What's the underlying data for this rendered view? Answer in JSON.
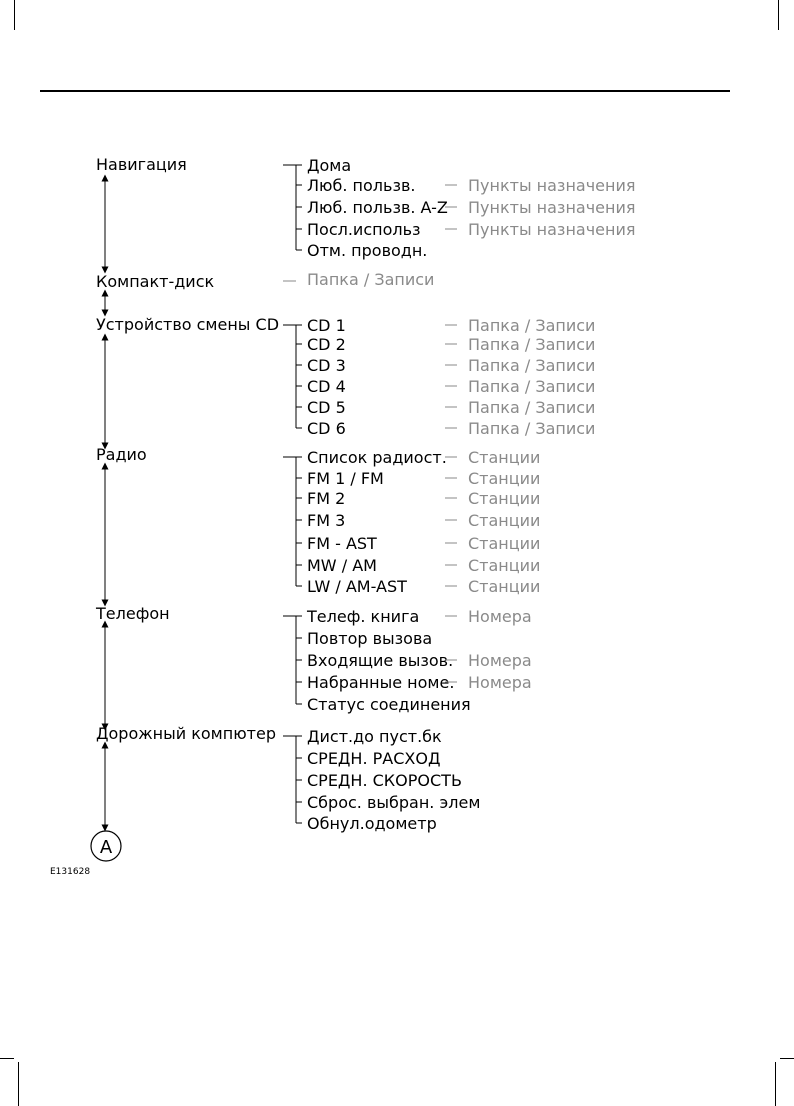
{
  "diagram": {
    "categories": [
      {
        "id": "nav",
        "label": "Навигация",
        "items": [
          {
            "label": "Дома",
            "sub": ""
          },
          {
            "label": "Люб. пользв.",
            "sub": "Пункты назначения"
          },
          {
            "label": "Люб. пользв. A-Z",
            "sub": "Пункты назначения"
          },
          {
            "label": "Посл.использ",
            "sub": "Пункты назначения"
          },
          {
            "label": "Отм. проводн.",
            "sub": ""
          }
        ]
      },
      {
        "id": "cd",
        "label": "Компакт-диск",
        "direct_sub": "Папка / Записи",
        "items": []
      },
      {
        "id": "changer",
        "label": "Устройство смены CD",
        "items": [
          {
            "label": "CD 1",
            "sub": "Папка / Записи"
          },
          {
            "label": "CD 2",
            "sub": "Папка / Записи"
          },
          {
            "label": "CD 3",
            "sub": "Папка / Записи"
          },
          {
            "label": "CD 4",
            "sub": "Папка / Записи"
          },
          {
            "label": "CD 5",
            "sub": "Папка / Записи"
          },
          {
            "label": "CD 6",
            "sub": "Папка / Записи"
          }
        ]
      },
      {
        "id": "radio",
        "label": "Радио",
        "items": [
          {
            "label": "Список радиост.",
            "sub": "Станции"
          },
          {
            "label": "FM 1 / FM",
            "sub": "Станции"
          },
          {
            "label": "FM 2",
            "sub": "Станции"
          },
          {
            "label": "FM 3",
            "sub": "Станции"
          },
          {
            "label": "FM - AST",
            "sub": "Станции"
          },
          {
            "label": "MW / AM",
            "sub": "Станции"
          },
          {
            "label": "LW / AM-AST",
            "sub": "Станции"
          }
        ]
      },
      {
        "id": "phone",
        "label": "Телефон",
        "items": [
          {
            "label": "Телеф. книга",
            "sub": "Номера"
          },
          {
            "label": "Повтор вызова",
            "sub": ""
          },
          {
            "label": "Входящие вызов.",
            "sub": "Номера"
          },
          {
            "label": "Набранные номе.",
            "sub": "Номера"
          },
          {
            "label": "Статус соединения",
            "sub": ""
          }
        ]
      },
      {
        "id": "trip",
        "label": "Дорожный компютер",
        "items": [
          {
            "label": "Дист.до пуст.бк",
            "sub": ""
          },
          {
            "label": "СРЕДН. РАСХОД",
            "sub": ""
          },
          {
            "label": "СРЕДН. СКОРОСТЬ",
            "sub": ""
          },
          {
            "label": "Сброс. выбран. элем",
            "sub": ""
          },
          {
            "label": "Обнул.одометр",
            "sub": ""
          }
        ]
      }
    ],
    "end_marker": "A",
    "figure_code": "E131628"
  }
}
